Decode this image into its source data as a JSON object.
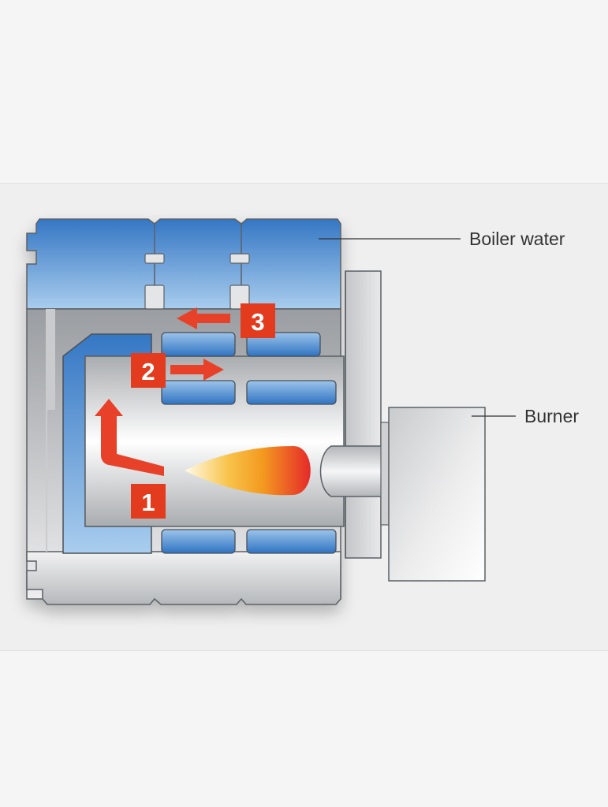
{
  "labels": {
    "boiler_water": "Boiler water",
    "burner": "Burner"
  },
  "passes": [
    {
      "number": "1"
    },
    {
      "number": "2"
    },
    {
      "number": "3"
    }
  ],
  "colors": {
    "water_dark": "#2f73c2",
    "water_light": "#a9cdee",
    "steel_dark": "#a7aaad",
    "steel_light": "#f4f4f5",
    "badge": "#e23b1e",
    "arrow": "#e8412a",
    "flame_hot": "#e52a2a",
    "flame_mid": "#f39a1f",
    "flame_cool": "#fffbe8"
  }
}
